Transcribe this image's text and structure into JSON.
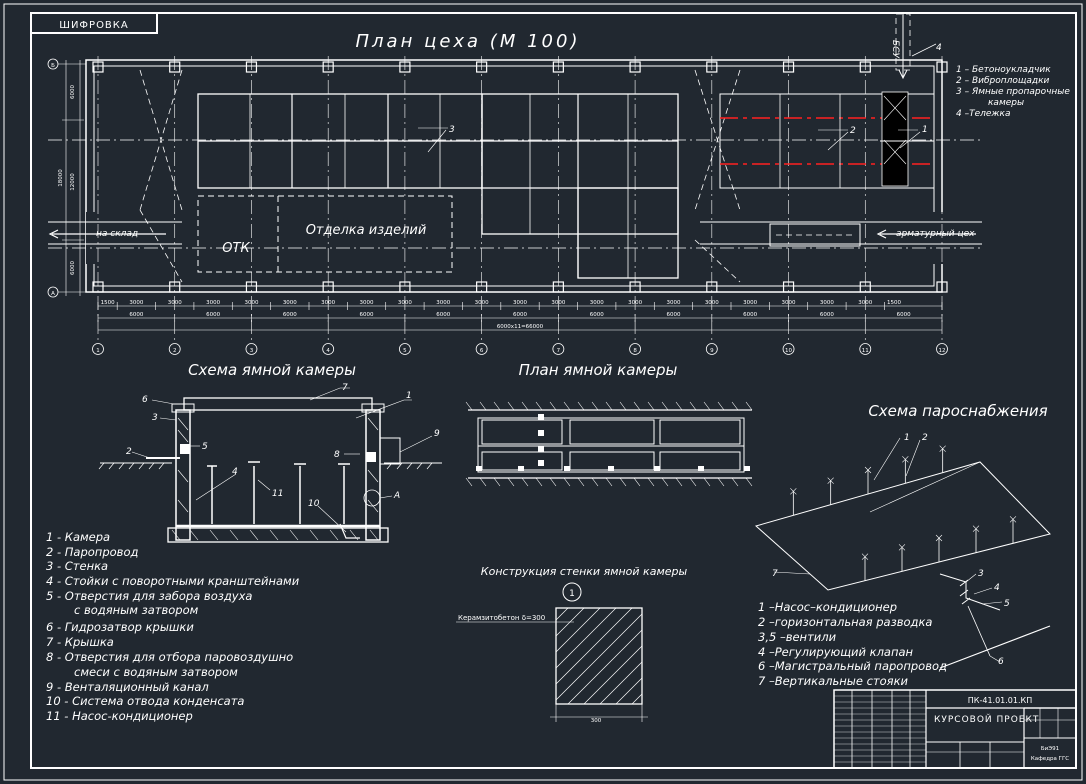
{
  "stamp": {
    "code": "ШИФРОВКА"
  },
  "plan": {
    "title": "План цеха (М 100)",
    "legend": [
      "1 – Бетоноукладчик",
      "2 – Виброплощадки",
      "3 – Ямные пропарочные",
      "камеры",
      "4 –Тележка"
    ],
    "labels": {
      "otdelka": "Отделка изделий",
      "otk": "ОТК",
      "na_sklad": "на склад",
      "arm_tsekh": "арматурный цех",
      "bsu": "БСУ",
      "n1": "1",
      "n2": "2",
      "n3": "3",
      "n4": "4"
    },
    "row_marks": [
      "Б",
      "А"
    ],
    "left_dims": [
      "6000",
      "12000",
      "6000",
      "18000"
    ],
    "dims_row1": [
      "1500",
      "3000",
      "3000",
      "3000",
      "3000",
      "3000",
      "3000",
      "3000",
      "3000",
      "3000",
      "3000",
      "3000",
      "3000",
      "3000",
      "3000",
      "3000",
      "3000",
      "3000",
      "3000",
      "3000",
      "3000",
      "1500"
    ],
    "dims_row2": [
      "6000",
      "6000",
      "6000",
      "6000",
      "6000",
      "6000",
      "6000",
      "6000",
      "6000",
      "6000",
      "6000"
    ],
    "total_dim": "6000х11=66000",
    "axes": [
      "1",
      "2",
      "3",
      "4",
      "5",
      "6",
      "7",
      "8",
      "9",
      "10",
      "11",
      "12"
    ]
  },
  "pit_scheme": {
    "title": "Схема ямной камеры",
    "callouts": [
      "1",
      "2",
      "3",
      "4",
      "5",
      "6",
      "7",
      "8",
      "9",
      "10",
      "11",
      "А"
    ],
    "legend": [
      "1 - Камера",
      "2 - Паропровод",
      "3 - Стенка",
      "4 - Стойки с поворотными кранштейнами",
      "5 - Отверстия для забора воздуха",
      "с водяным затвором",
      "6 - Гидрозатвор крышки",
      "7 - Крышка",
      "8 - Отверстия для отбора паровоздушно",
      "смеси с водяным затвором",
      "9 - Венталяционный канал",
      "10 - Система отвода конденсата",
      "11 - Насос-кондиционер"
    ]
  },
  "pit_plan": {
    "title": "План ямной камеры"
  },
  "wall": {
    "title": "Конструкция стенки ямной камеры",
    "node": "1",
    "material": "Керамзитобетон δ=300",
    "dim": "300"
  },
  "steam": {
    "title": "Схема пароснабжения",
    "callouts": [
      "1",
      "2",
      "3",
      "4",
      "5",
      "6",
      "7"
    ],
    "legend": [
      "1  –Насос–кондиционер",
      "2  –горизонтальная разводка",
      "3,5 –вентили",
      "4  –Регулирующий клапан",
      "6  –Магистральный паропровод",
      "7  –Вертикальные стояки"
    ]
  },
  "titleblock": {
    "code": "ПК-41.01.01.КП",
    "name": "КУРСОВОЙ ПРОЕКТ",
    "group": "БиЭ91",
    "dept": "Кафедра ГГС"
  },
  "colors": {
    "background": "#212830",
    "lines": "#ffffff",
    "accent": "#ff2020"
  }
}
